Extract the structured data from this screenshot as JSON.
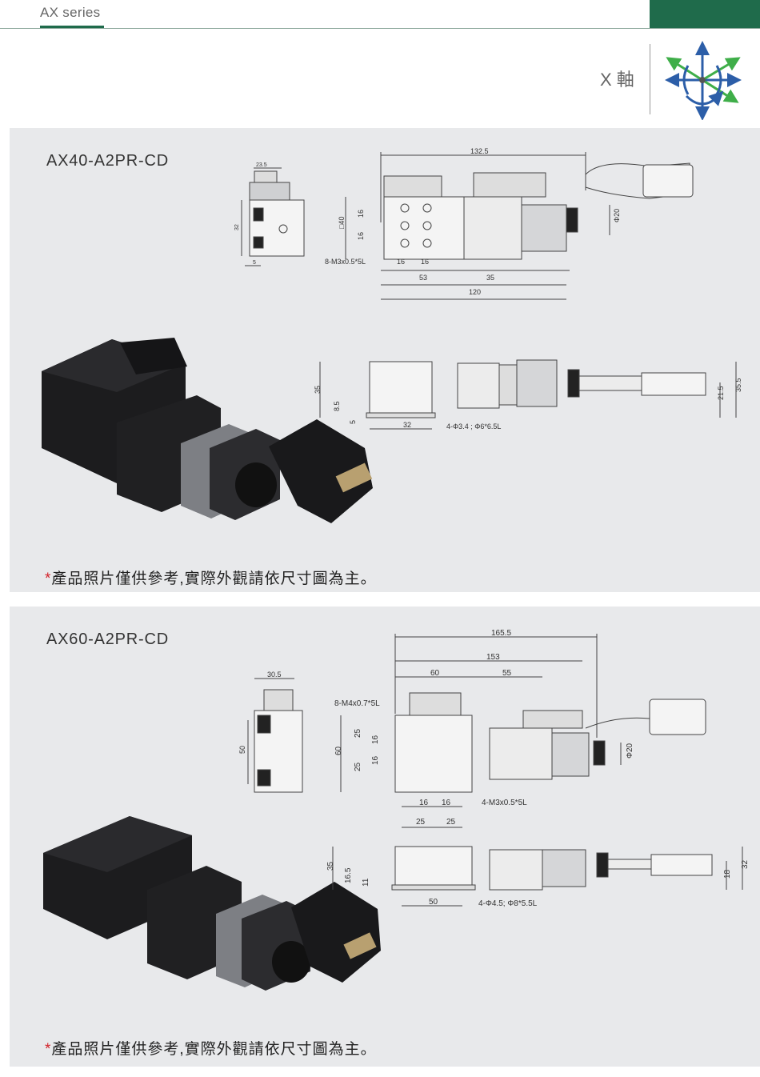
{
  "header": {
    "series": "AX series"
  },
  "axis": {
    "label": "X 軸",
    "icon": "xyz-axis-arrows-icon"
  },
  "note": {
    "star": "*",
    "text": "產品照片僅供參考,實際外觀請依尺寸圖為主。"
  },
  "products": [
    {
      "model": "AX40-A2PR-CD",
      "dims": {
        "side_w": "23.5",
        "side_h": "32",
        "side_offset": "5",
        "total": "132.5",
        "square": "□40",
        "pitch_a": "16",
        "pitch_b": "16",
        "tap": "8-M3x0.5*5L",
        "pitch_x1": "16",
        "pitch_x2": "16",
        "len_a": "53",
        "len_b": "35",
        "len_total": "120",
        "dia": "Φ20",
        "height": "35",
        "h1": "8.5",
        "h2": "5",
        "base_w": "32",
        "hole": "4-Φ3.4 ; Φ6*6.5L",
        "cable_h1": "21.5",
        "cable_h2": "35.5"
      }
    },
    {
      "model": "AX60-A2PR-CD",
      "dims": {
        "side_w": "30.5",
        "side_h": "50",
        "total": "165.5",
        "len_b": "153",
        "len_a": "60",
        "len_c": "55",
        "tap_top": "8-M4x0.7*5L",
        "table": "60",
        "pitch_a": "25",
        "pitch_b": "25",
        "pitch_c": "16",
        "pitch_d": "16",
        "dia": "Φ20",
        "pitch_x1": "16",
        "pitch_x2": "16",
        "tap": "4-M3x0.5*5L",
        "pitch_x3": "25",
        "pitch_x4": "25",
        "height": "35",
        "h1": "16.5",
        "h2": "11",
        "base_w": "50",
        "hole": "4-Φ4.5; Φ8*5.5L",
        "cable_h1": "18",
        "cable_h2": "32"
      }
    }
  ]
}
